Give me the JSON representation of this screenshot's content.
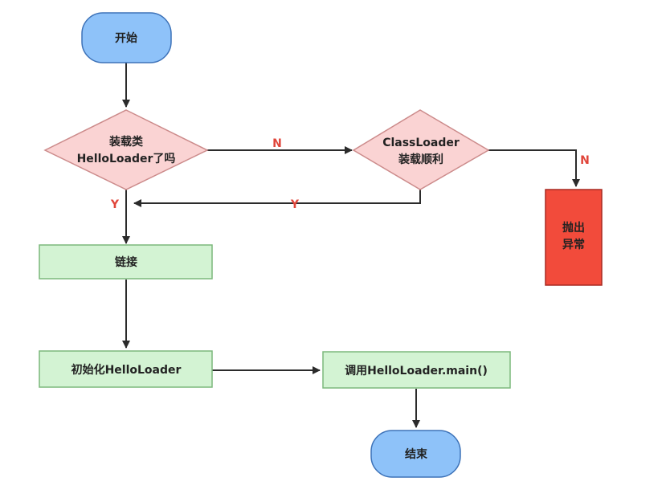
{
  "colors": {
    "terminal_fill": "#8ec2f9",
    "terminal_stroke": "#3d72b8",
    "decision_fill": "#fad3d3",
    "decision_stroke": "#cc8b8b",
    "process_fill": "#d3f3d3",
    "process_stroke": "#7cb87c",
    "error_fill": "#f24b3b",
    "error_stroke": "#a82a22",
    "edge_label": "#e0453a"
  },
  "nodes": {
    "start": {
      "label": "开始"
    },
    "loaded_check": {
      "line1": "装载类",
      "line2": "HelloLoader了吗"
    },
    "classloader_check": {
      "line1": "ClassLoader",
      "line2": "装载顺利"
    },
    "throw_exception": {
      "line1": "抛出",
      "line2": "异常"
    },
    "link": {
      "label": "链接"
    },
    "init": {
      "label": "初始化HelloLoader"
    },
    "invoke_main": {
      "label": "调用HelloLoader.main()"
    },
    "end": {
      "label": "结束"
    }
  },
  "edge_labels": {
    "loaded_no": "N",
    "loaded_yes": "Y",
    "classloader_yes": "Y",
    "classloader_no": "N"
  }
}
